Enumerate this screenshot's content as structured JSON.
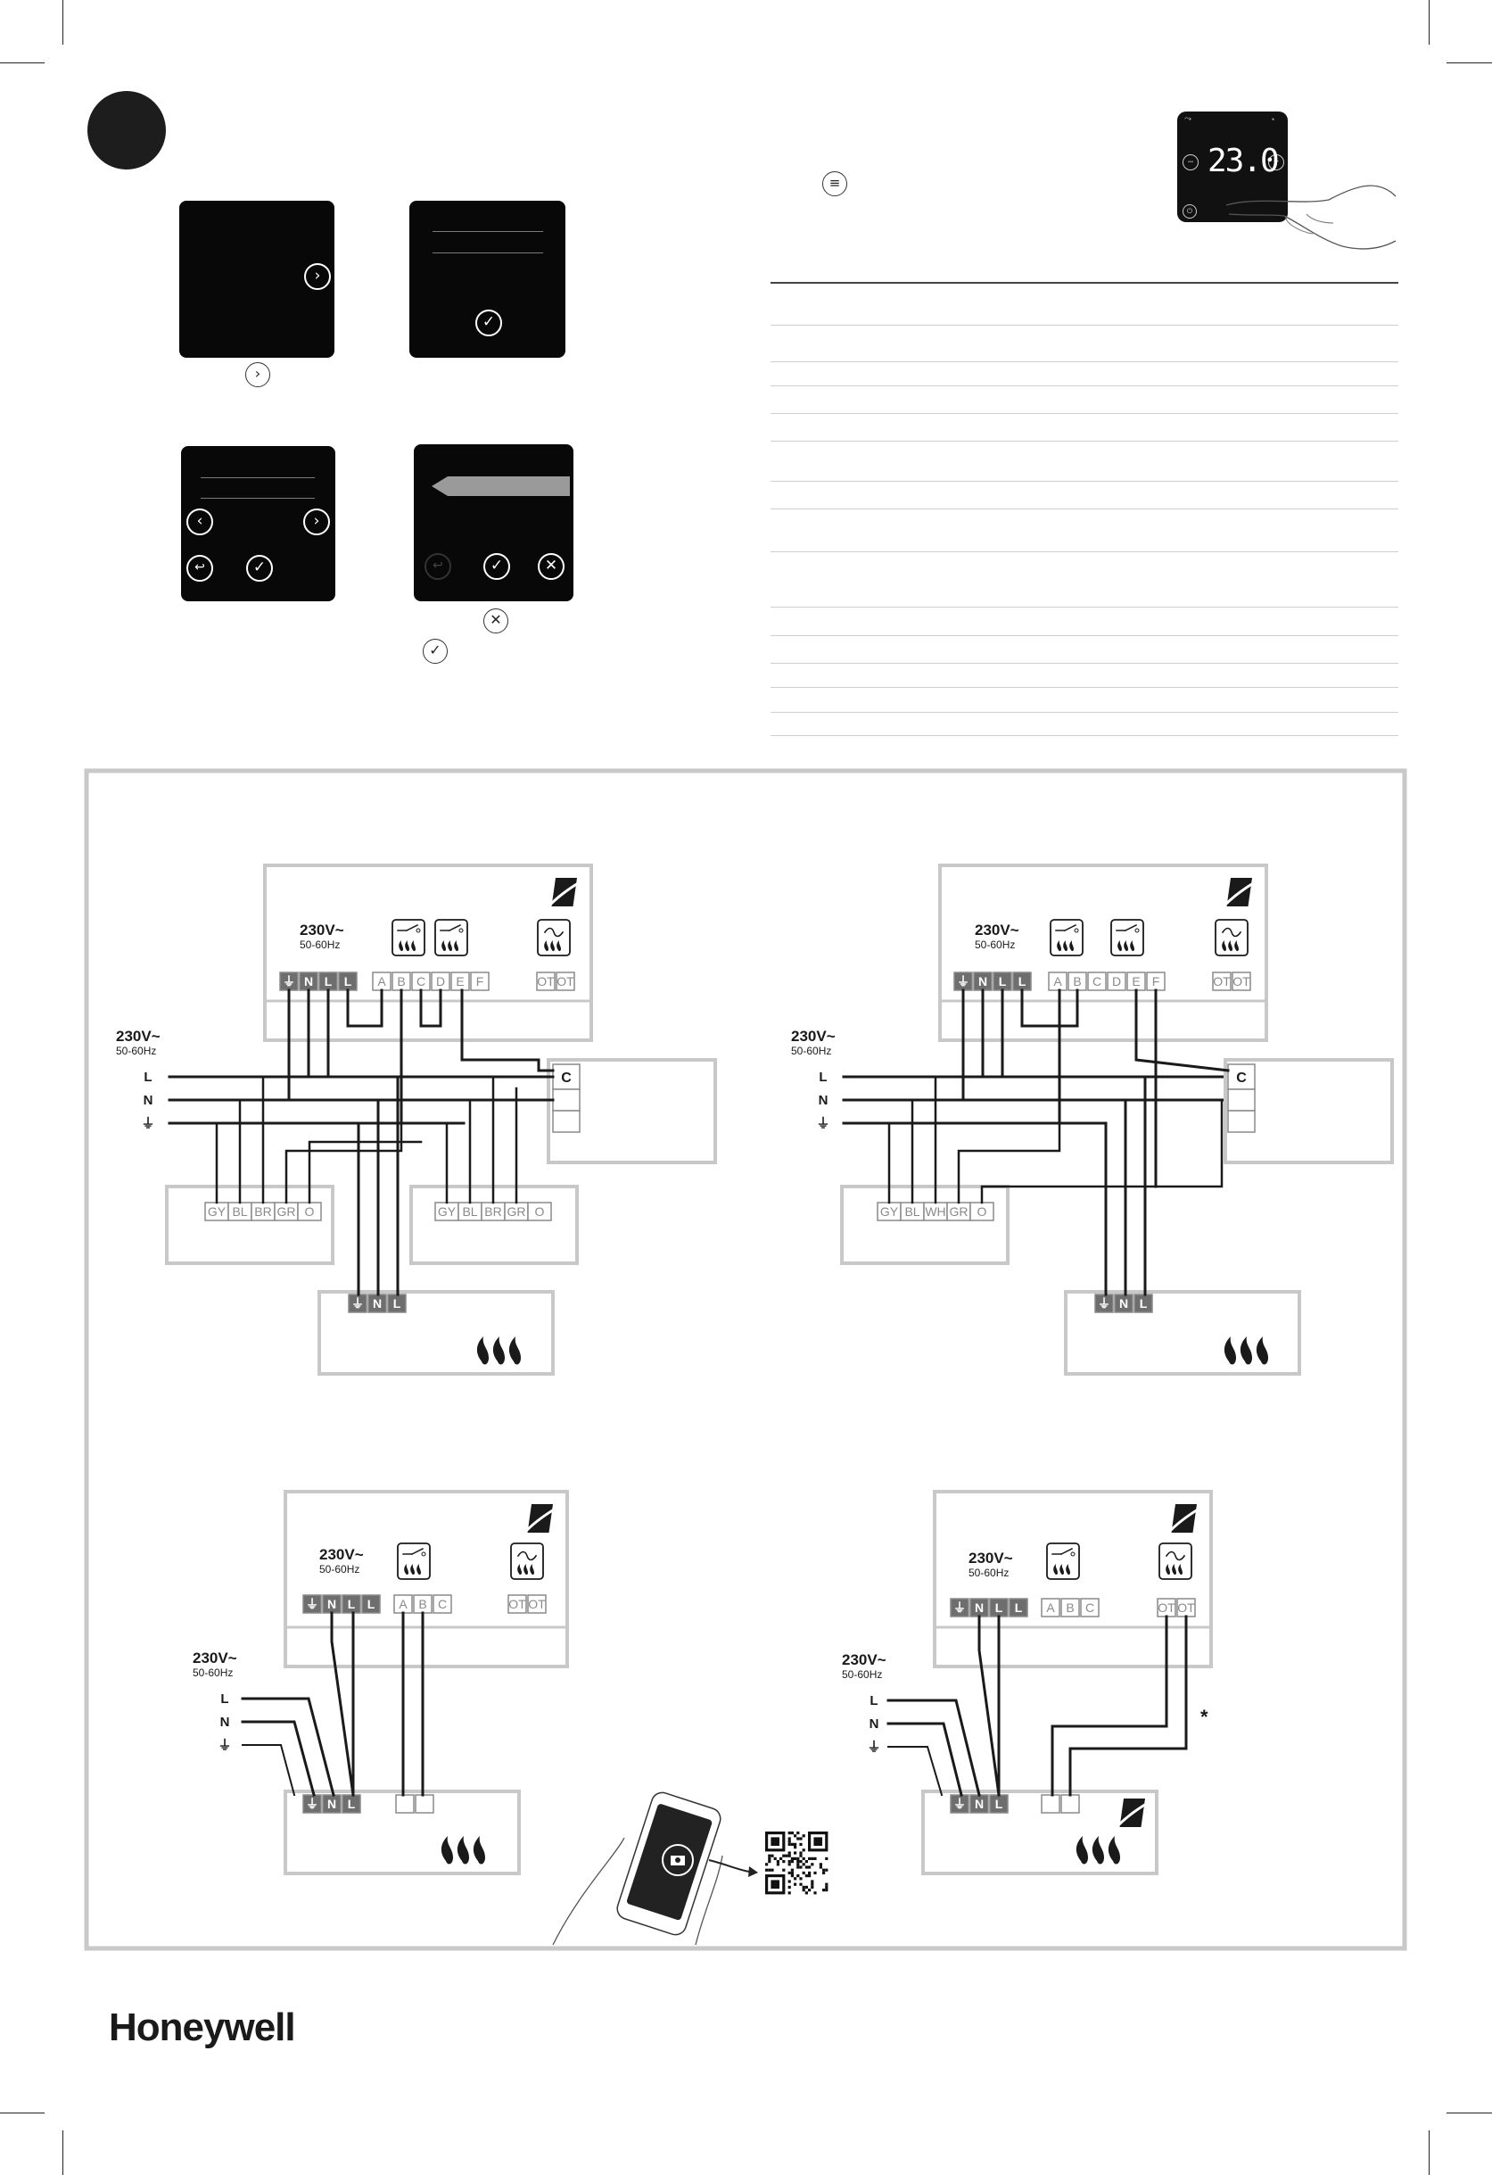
{
  "thermostat": {
    "temperature": "23.0",
    "unit_symbol": "0"
  },
  "supply": {
    "voltage": "230V~",
    "frequency": "50-60Hz",
    "line_labels": [
      "L",
      "N",
      "⏚"
    ]
  },
  "terminals": {
    "power": [
      "⏚",
      "N",
      "L",
      "L"
    ],
    "relay_6": [
      "A",
      "B",
      "C",
      "D",
      "E",
      "F"
    ],
    "relay_3": [
      "A",
      "B",
      "C"
    ],
    "opentherm": [
      "OT",
      "OT"
    ],
    "boiler_power": [
      "⏚",
      "N",
      "L"
    ],
    "valve_c": "C"
  },
  "valves": {
    "diagram1_left": [
      "GY",
      "BL",
      "BR",
      "GR",
      "O"
    ],
    "diagram1_right": [
      "GY",
      "BL",
      "BR",
      "GR",
      "O"
    ],
    "diagram2": [
      "GY",
      "BL",
      "WH",
      "GR",
      "O"
    ]
  },
  "footnote_marker": "*",
  "brand": "Honeywell",
  "colors": {
    "ink": "#1a1a1a",
    "frame": "#c8c8c8",
    "terminal_fill": "#6e6e6e",
    "screen": "#080808"
  },
  "icons": [
    "menu-icon",
    "chevron-right-icon",
    "chevron-left-icon",
    "check-icon",
    "back-icon",
    "close-icon",
    "flame-icon",
    "relay-icon",
    "opentherm-icon",
    "wifi-icon",
    "power-icon",
    "camera-icon",
    "qr-code"
  ]
}
